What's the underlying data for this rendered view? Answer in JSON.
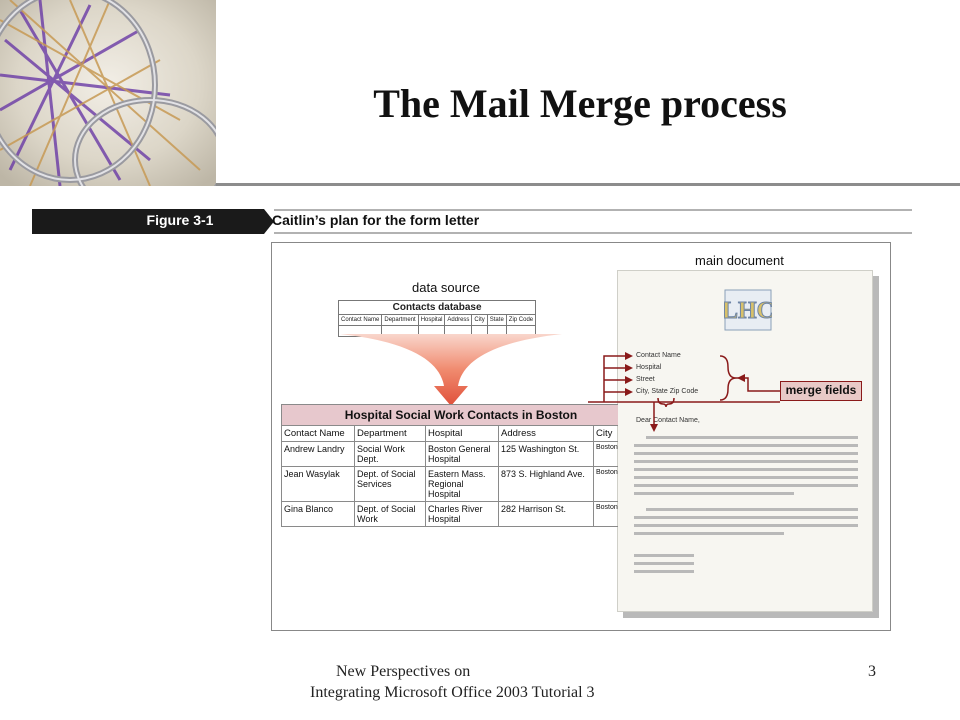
{
  "slide": {
    "title": "The Mail Merge process",
    "footer_line1": "New Perspectives on",
    "footer_line2": "Integrating Microsoft Office 2003 Tutorial 3",
    "page_number": "3"
  },
  "figure": {
    "label": "Figure 3-1",
    "caption": "Caitlin’s plan for the form letter"
  },
  "data_source": {
    "title": "data source",
    "table_title": "Contacts database",
    "columns": [
      "Contact Name",
      "Department",
      "Hospital",
      "Address",
      "City",
      "State",
      "Zip Code"
    ]
  },
  "hospital_table": {
    "title": "Hospital Social Work Contacts in Boston",
    "headers": [
      "Contact Name",
      "Department",
      "Hospital",
      "Address",
      "City"
    ],
    "rows": [
      [
        "Andrew Landry",
        "Social Work Dept.",
        "Boston General Hospital",
        "125 Washington St.",
        "Boston"
      ],
      [
        "Jean Wasylak",
        "Dept. of Social Services",
        "Eastern Mass. Regional Hospital",
        "873 S. Highland Ave.",
        "Boston"
      ],
      [
        "Gina Blanco",
        "Dept. of Social Work",
        "Charles River Hospital",
        "282 Harrison St.",
        "Boston"
      ]
    ]
  },
  "main_document": {
    "title": "main document",
    "logo_text": "LHC",
    "fields": [
      "Contact Name",
      "Hospital",
      "Street",
      "City, State Zip Code"
    ],
    "salutation": "Dear Contact Name,",
    "merge_label": "merge fields"
  },
  "colors": {
    "arrow": "#e0503a",
    "merge_line": "#8a1a1a",
    "table_header": "#e7c8cd",
    "figure_bar": "#1a1a1a"
  }
}
